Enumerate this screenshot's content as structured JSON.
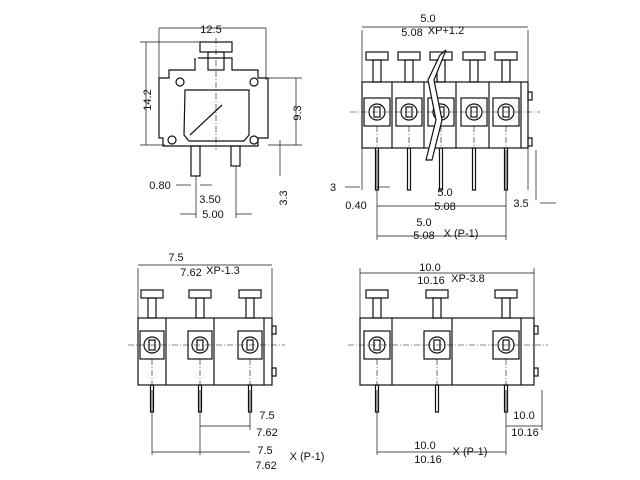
{
  "side_view": {
    "width": "12.5",
    "height": "14.2",
    "body_height": "9.3",
    "pin_width": "0.80",
    "pin_offset": "3.50",
    "pin_span": "5.00",
    "pin_length": "3.3"
  },
  "multi_pole_5mm": {
    "overall_top": "5.0",
    "overall_bottom": "5.08",
    "overall_formula": "XP+1.2",
    "left_offset": "3",
    "pin_thickness": "0.40",
    "pitch_top": "5.0",
    "pitch_bottom": "5.08",
    "right_offset": "3.5",
    "span_top": "5.0",
    "span_bottom": "5.08",
    "span_formula": "X (P-1)"
  },
  "multi_pole_7_5mm": {
    "overall_top": "7.5",
    "overall_bottom": "7.62",
    "overall_formula": "XP-1.3",
    "pitch_top": "7.5",
    "pitch_bottom": "7.62",
    "span_top": "7.5",
    "span_bottom": "7.62",
    "span_formula": "X (P-1)"
  },
  "multi_pole_10mm": {
    "overall_top": "10.0",
    "overall_bottom": "10.16",
    "overall_formula": "XP-3.8",
    "pitch_top": "10.0",
    "pitch_bottom": "10.16",
    "span_top": "10.0",
    "span_bottom": "10.16",
    "span_formula": "X (P-1)"
  }
}
